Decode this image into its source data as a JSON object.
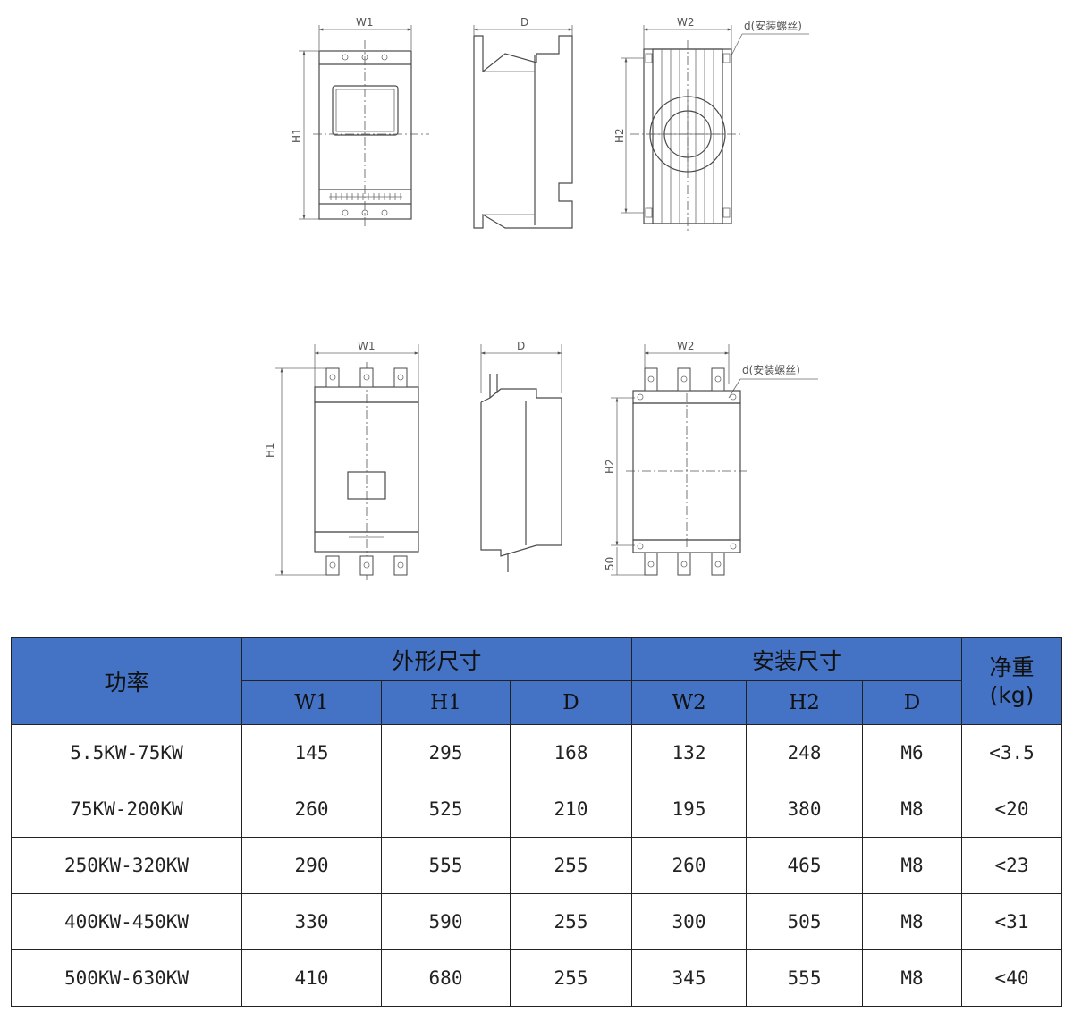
{
  "drawings": {
    "top": {
      "front": {
        "width_label": "W1",
        "height_label": "H1"
      },
      "side": {
        "depth_label": "D"
      },
      "mount": {
        "width_label": "W2",
        "height_label": "H2",
        "screw_label": "d(安装螺丝)"
      }
    },
    "bottom": {
      "front": {
        "width_label": "W1",
        "height_label": "H1"
      },
      "side": {
        "depth_label": "D"
      },
      "mount": {
        "width_label": "W2",
        "height_label": "H2",
        "screw_label": "d(安装螺丝)",
        "offset_label": "50"
      }
    }
  },
  "table": {
    "power_header": "功率",
    "outline_header": "外形尺寸",
    "install_header": "安装尺寸",
    "weight_header_line1": "净重",
    "weight_header_line2": "(kg)",
    "columns": [
      "W1",
      "H1",
      "D",
      "W2",
      "H2",
      "D"
    ],
    "rows": [
      {
        "power": "5.5KW-75KW",
        "w1": "145",
        "h1": "295",
        "d": "168",
        "w2": "132",
        "h2": "248",
        "screw": "M6",
        "weight": "<3.5"
      },
      {
        "power": "75KW-200KW",
        "w1": "260",
        "h1": "525",
        "d": "210",
        "w2": "195",
        "h2": "380",
        "screw": "M8",
        "weight": "<20"
      },
      {
        "power": "250KW-320KW",
        "w1": "290",
        "h1": "555",
        "d": "255",
        "w2": "260",
        "h2": "465",
        "screw": "M8",
        "weight": "<23"
      },
      {
        "power": "400KW-450KW",
        "w1": "330",
        "h1": "590",
        "d": "255",
        "w2": "300",
        "h2": "505",
        "screw": "M8",
        "weight": "<31"
      },
      {
        "power": "500KW-630KW",
        "w1": "410",
        "h1": "680",
        "d": "255",
        "w2": "345",
        "h2": "555",
        "screw": "M8",
        "weight": "<40"
      }
    ]
  }
}
